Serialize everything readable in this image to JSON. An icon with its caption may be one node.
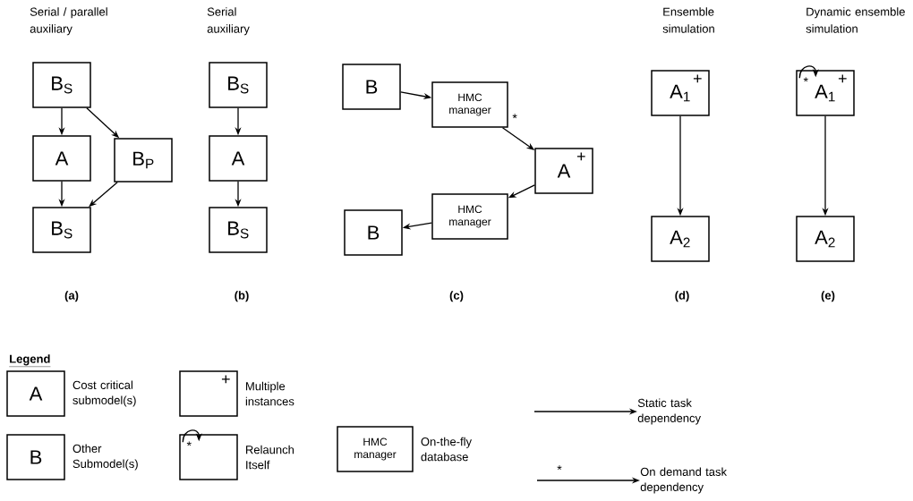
{
  "diagram": {
    "nodes": [
      {
        "text": [
          "B$_{S}$"
        ]
      },
      {
        "text": [
          "A"
        ]
      },
      {
        "text": [
          "B$_{P}$"
        ]
      },
      {
        "text": [
          "B$_{S}$"
        ]
      },
      {
        "text": [
          "B$_{S}$"
        ]
      },
      {
        "text": [
          "A"
        ]
      },
      {
        "text": [
          "B$_{S}$"
        ]
      },
      {
        "text": [
          "B"
        ]
      },
      {
        "text": [
          "HMC manager"
        ]
      },
      {
        "text": [
          "A",
          "+"
        ]
      },
      {
        "text": [
          "HMC manager"
        ]
      },
      {
        "text": [
          "B"
        ]
      },
      {
        "text": [
          "A$_{1}$",
          "+"
        ]
      },
      {
        "text": [
          "A$_{2}$"
        ]
      },
      {
        "text": [
          "A$_{1}$",
          "+"
        ]
      },
      {
        "text": [
          "A$_{2}$"
        ]
      },
      {
        "text": [
          "A"
        ],
        "beside": [
          "Cost critical submodel(s)"
        ]
      },
      {
        "text": [
          "+"
        ],
        "beside": [
          "Multiple instances"
        ]
      },
      {
        "text": [
          "B"
        ],
        "beside": [
          "Other Submodel(s)"
        ]
      },
      {
        "text": [],
        "shape": "box",
        "beside": [
          "Relaunch Itself"
        ]
      },
      {
        "text": [
          "HMC manager"
        ],
        "beside": [
          "On-the-fly database"
        ]
      },
      {
        "text": [
          "Static task dependency"
        ]
      },
      {
        "text": [
          "On demand task dependency"
        ]
      }
    ],
    "edges": [
      {
        "from": 0,
        "to": 1,
        "arrow": "to"
      },
      {
        "from": 0,
        "to": 2,
        "arrow": "to"
      },
      {
        "from": 1,
        "to": 3,
        "arrow": "to"
      },
      {
        "from": 2,
        "to": 3,
        "arrow": "to"
      },
      {
        "from": 4,
        "to": 5,
        "arrow": "to"
      },
      {
        "from": 5,
        "to": 6,
        "arrow": "to"
      },
      {
        "from": 7,
        "to": 8,
        "arrow": "to"
      },
      {
        "from": 8,
        "to": 9,
        "arrow": "to",
        "label": "*"
      },
      {
        "from": 9,
        "to": 10,
        "arrow": "to"
      },
      {
        "from": 10,
        "to": 11,
        "arrow": "to"
      },
      {
        "from": 12,
        "to": 13,
        "arrow": "to"
      },
      {
        "from": 14,
        "to": 14,
        "arrow": "to",
        "label": "*"
      },
      {
        "from": 14,
        "to": 15,
        "arrow": "to"
      },
      {
        "from": 19,
        "to": 19,
        "arrow": "to",
        "label": "*"
      },
      {
        "from": null,
        "to": 21,
        "arrow": "to"
      },
      {
        "from": null,
        "to": 22,
        "arrow": "to",
        "label": "*"
      }
    ],
    "labels": [
      "Serial / parallel auxiliary",
      "Serial auxiliary",
      "Ensemble simulation",
      "Dynamic ensemble simulation",
      "(a)",
      "(b)",
      "(c)",
      "(d)",
      "(e)",
      "Legend"
    ]
  }
}
